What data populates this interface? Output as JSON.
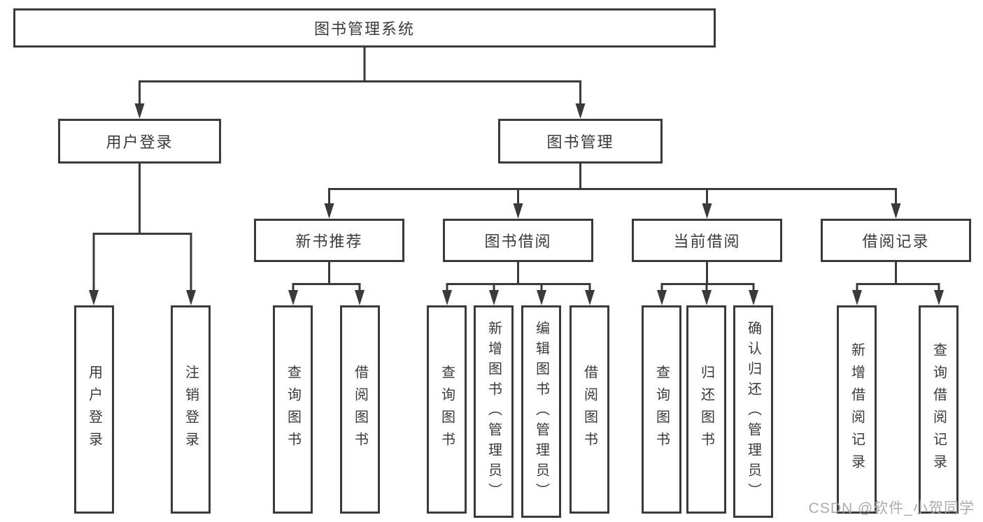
{
  "colors": {
    "line": "#3a3a3a",
    "box_border": "#3a3a3a",
    "box_fill": "#ffffff",
    "text": "#3a3a3a",
    "watermark": "#a8a8a8"
  },
  "diagram": {
    "type": "hierarchy-tree",
    "root": {
      "label": "图书管理系统"
    },
    "level2": [
      {
        "label": "用户登录"
      },
      {
        "label": "图书管理"
      }
    ],
    "level3": [
      {
        "label": "新书推荐"
      },
      {
        "label": "图书借阅"
      },
      {
        "label": "当前借阅"
      },
      {
        "label": "借阅记录"
      }
    ],
    "leaves": [
      {
        "label": "用户登录",
        "parent": "用户登录"
      },
      {
        "label": "注销登录",
        "parent": "用户登录"
      },
      {
        "label": "查询图书",
        "parent": "新书推荐"
      },
      {
        "label": "借阅图书",
        "parent": "新书推荐"
      },
      {
        "label": "查询图书",
        "parent": "图书借阅"
      },
      {
        "label": "新增图书（管理员）",
        "parent": "图书借阅"
      },
      {
        "label": "编辑图书（管理员）",
        "parent": "图书借阅"
      },
      {
        "label": "借阅图书",
        "parent": "图书借阅"
      },
      {
        "label": "查询图书",
        "parent": "当前借阅"
      },
      {
        "label": "归还图书",
        "parent": "当前借阅"
      },
      {
        "label": "确认归还（管理员）",
        "parent": "当前借阅"
      },
      {
        "label": "新增借阅记录",
        "parent": "借阅记录"
      },
      {
        "label": "查询借阅记录",
        "parent": "借阅记录"
      }
    ]
  },
  "watermark": {
    "text": "CSDN @软件_小贺同学"
  }
}
